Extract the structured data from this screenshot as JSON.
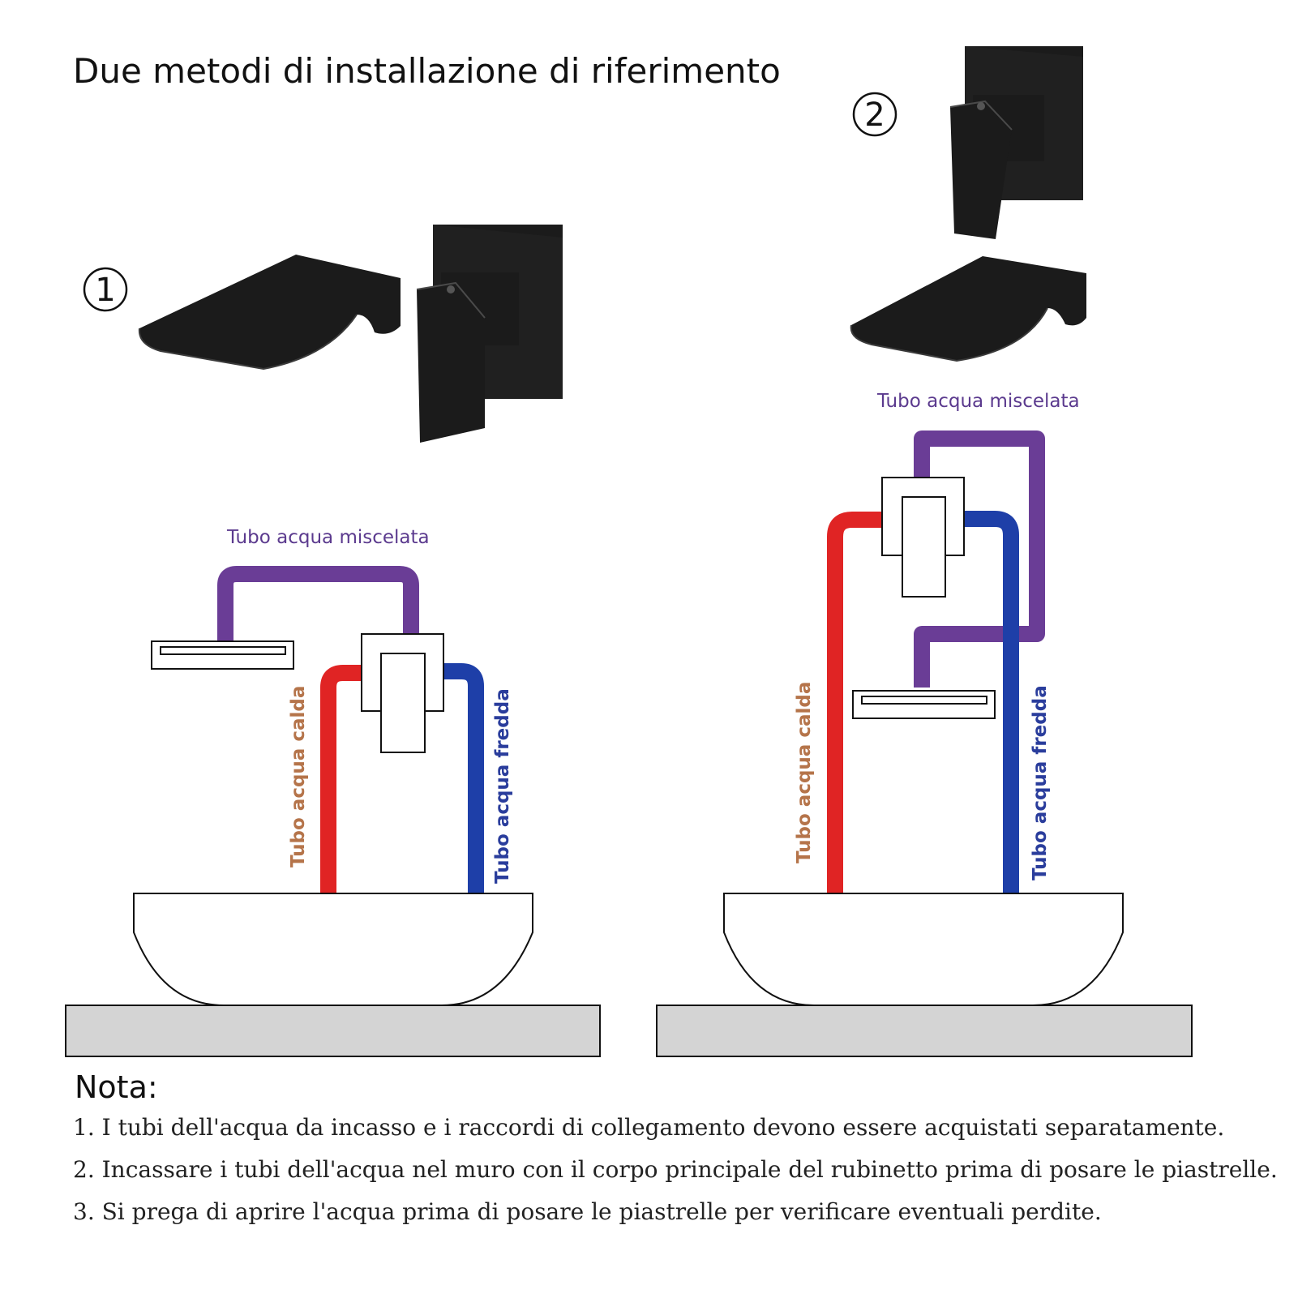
{
  "title": "Due metodi di installazione di riferimento",
  "methods": [
    {
      "number": "1",
      "labels": {
        "mixed": "Tubo acqua miscelata",
        "hot": "Tubo acqua calda",
        "cold": "Tubo acqua fredda"
      }
    },
    {
      "number": "2",
      "labels": {
        "mixed": "Tubo acqua miscelata",
        "hot": "Tubo acqua calda",
        "cold": "Tubo acqua fredda"
      }
    }
  ],
  "colors": {
    "hot_pipe": "#e02424",
    "cold_pipe": "#1e3fa8",
    "mixed_pipe": "#6a3d96",
    "counter": "#d4d4d4",
    "faucet": "#1b1b1b"
  },
  "nota": {
    "heading": "Nota:",
    "lines": [
      "1. I tubi dell'acqua da incasso e i raccordi di collegamento devono essere acquistati separatamente.",
      "2. Incassare i tubi dell'acqua nel muro con il corpo principale del rubinetto prima di posare le piastrelle.",
      "3. Si prega di aprire l'acqua prima di posare le piastrelle per verificare eventuali perdite."
    ]
  }
}
